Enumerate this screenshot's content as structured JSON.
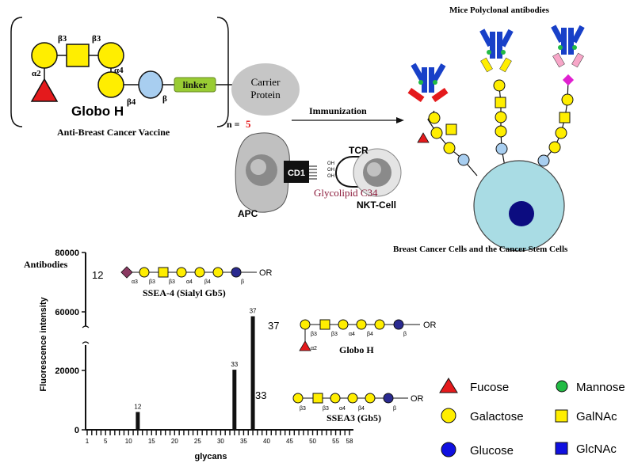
{
  "vaccine": {
    "name": "Globo H",
    "linker": "linker",
    "carrier_line1": "Carrier",
    "carrier_line2": "Protein",
    "caption": "Anti-Breast Cancer Vaccine",
    "n_label": "n =",
    "n_value": "5",
    "links": {
      "b3a": "β3",
      "b3b": "β3",
      "a2": "α2",
      "a4": "α4",
      "b4": "β4",
      "b": "β"
    }
  },
  "immunization": {
    "label": "Immunization",
    "apc_label": "APC",
    "cd1_label": "CD1",
    "tcr_label": "TCR",
    "nkt_label": "NKT-Cell",
    "glycolipid_label": "Glycolipid C34",
    "oh": [
      "OH",
      "OH",
      "OH"
    ]
  },
  "cells": {
    "title": "Mice Polyclonal antibodies",
    "caption": "Breast Cancer Cells and the Cancer Stem Cells"
  },
  "chart_data": {
    "type": "bar",
    "title": "",
    "xlabel": "glycans",
    "ylabel": "Fluorescence intensity",
    "corner_label": "Antibodies",
    "ylim": [
      0,
      80000
    ],
    "yticks": [
      0,
      20000,
      60000,
      80000
    ],
    "ytick_labels": [
      "0",
      "20000",
      "60000",
      "80000"
    ],
    "axis_break": true,
    "xlim": [
      1,
      58
    ],
    "xticks": [
      1,
      5,
      10,
      15,
      20,
      25,
      30,
      35,
      40,
      45,
      50,
      55,
      58
    ],
    "bars": [
      {
        "x": 12,
        "value": 6000,
        "label": "12"
      },
      {
        "x": 33,
        "value": 20500,
        "label": "33"
      },
      {
        "x": 37,
        "value": 57000,
        "label": "37"
      }
    ],
    "callouts": [
      "12",
      "37",
      "33"
    ],
    "glycans": [
      {
        "id": "12",
        "name": "SSEA-4 (Sialyl Gb5)",
        "links": [
          "α3",
          "β3",
          "β3",
          "α4",
          "β4",
          "β"
        ],
        "end": "OR"
      },
      {
        "id": "37",
        "name": "Globo H",
        "links": [
          "β3",
          "β3",
          "α4",
          "β4",
          "β",
          "α2"
        ],
        "end": "OR"
      },
      {
        "id": "33",
        "name": "SSEA3 (Gb5)",
        "links": [
          "β3",
          "β3",
          "α4",
          "β4",
          "β"
        ],
        "end": "OR"
      }
    ]
  },
  "legend": [
    {
      "label": "Fucose",
      "shape": "triangle",
      "color": "#e41a1c"
    },
    {
      "label": "Galactose",
      "shape": "circle",
      "color": "#ffee00"
    },
    {
      "label": "Glucose",
      "shape": "circle",
      "color": "#1010e0"
    },
    {
      "label": "Mannose",
      "shape": "circle",
      "color": "#22bb44"
    },
    {
      "label": "GalNAc",
      "shape": "square",
      "color": "#ffee00"
    },
    {
      "label": "GlcNAc",
      "shape": "square",
      "color": "#1010e0"
    }
  ]
}
